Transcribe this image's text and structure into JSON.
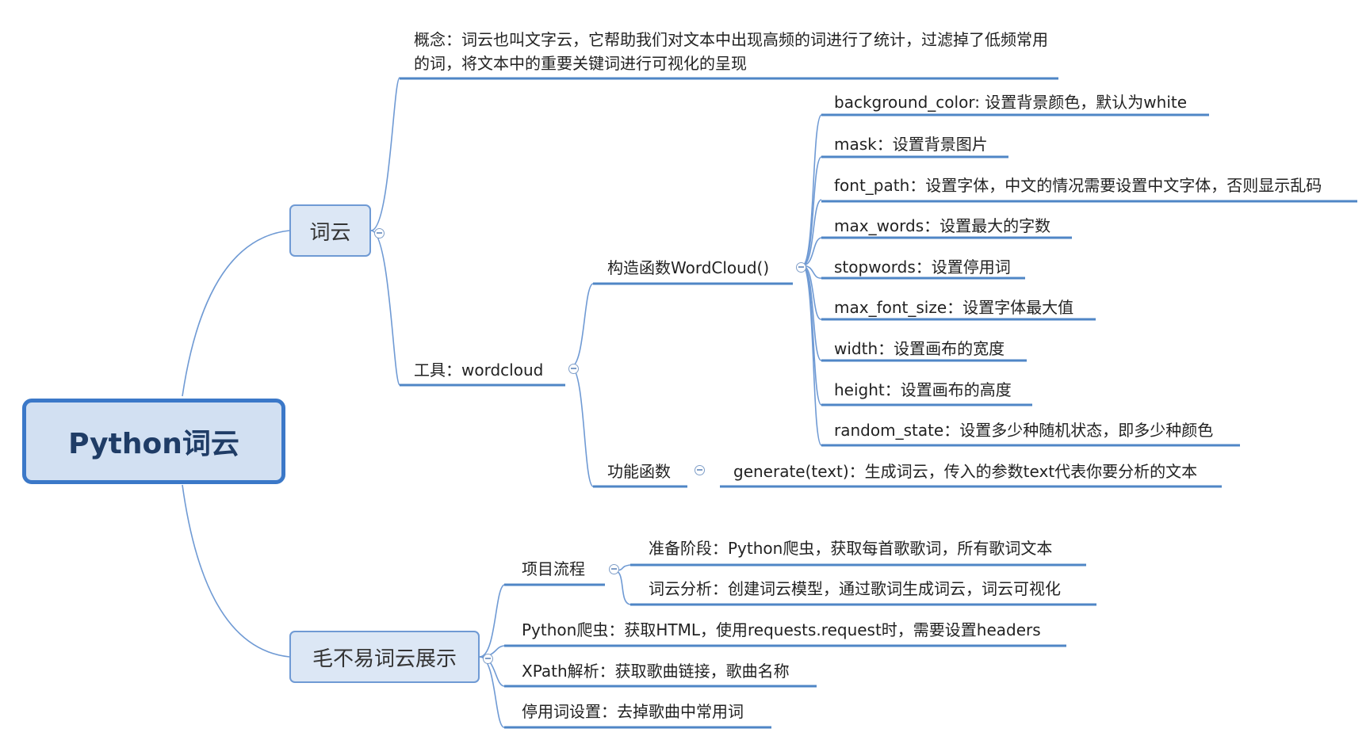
{
  "root": {
    "label": "Python词云"
  },
  "wordcloud": {
    "label": "词云",
    "concept": "概念：词云也叫文字云，它帮助我们对文本中出现高频的词进行了统计，过滤掉了低频常用的词，将文本中的重要关键词进行可视化的呈现",
    "tool": {
      "label": "工具：wordcloud",
      "constructor": {
        "label": "构造函数WordCloud()",
        "params": [
          "background_color: 设置背景颜色，默认为white",
          "mask：设置背景图片",
          "font_path：设置字体，中文的情况需要设置中文字体，否则显示乱码",
          "max_words：设置最大的字数",
          "stopwords：设置停用词",
          "max_font_size：设置字体最大值",
          "width：设置画布的宽度",
          "height：设置画布的高度",
          "random_state：设置多少种随机状态，即多少种颜色"
        ]
      },
      "functions": {
        "label": "功能函数",
        "items": [
          "generate(text)：生成词云，传入的参数text代表你要分析的文本"
        ]
      }
    }
  },
  "showcase": {
    "label": "毛不易词云展示",
    "process": {
      "label": "项目流程",
      "items": [
        "准备阶段：Python爬虫，获取每首歌歌词，所有歌词文本",
        "词云分析：创建词云模型，通过歌词生成词云，词云可视化"
      ]
    },
    "items": [
      "Python爬虫：获取HTML，使用requests.request时，需要设置headers",
      "XPath解析：获取歌曲链接，歌曲名称",
      "停用词设置：去掉歌曲中常用词"
    ]
  }
}
